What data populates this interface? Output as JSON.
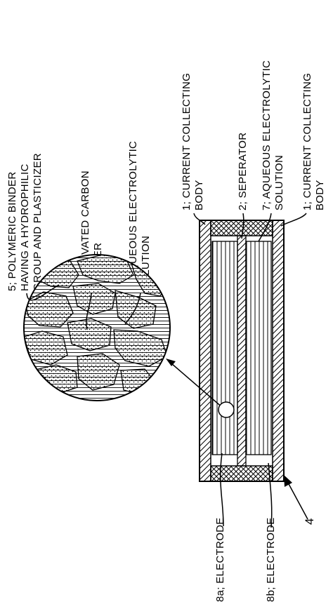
{
  "colors": {
    "ink": "#000000",
    "paper": "#ffffff"
  },
  "labels": {
    "binder": [
      "5; POLYMERIC BINDER",
      "HAVING A HYDROPHILIC",
      "GROUP AND PLASTICIZER"
    ],
    "carbon": [
      "6; ACTIVATED CARBON",
      "POWDER"
    ],
    "solution_left": [
      "7; AQUEOUS ELECTROLYTIC",
      "SOLUTION"
    ],
    "collector_top": [
      "1; CURRENT COLLECTING",
      "BODY"
    ],
    "separator": [
      "2; SEPERATOR"
    ],
    "solution_right": [
      "7; AQUEOUS ELECTROLYTIC",
      "SOLUTION"
    ],
    "collector_bottom": [
      "1; CURRENT COLLECTING",
      "BODY"
    ],
    "electrode_a": "8a; ELECTRODE",
    "electrode_b": "8b; ELECTRODE",
    "device_number": "4"
  }
}
